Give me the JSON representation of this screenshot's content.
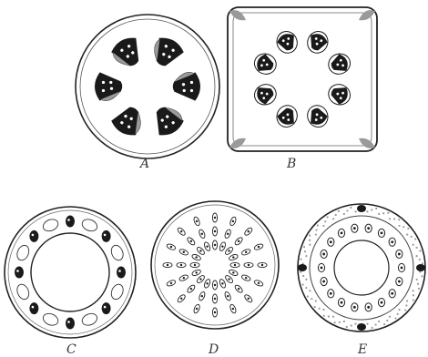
{
  "figures": [
    {
      "label": "A"
    },
    {
      "label": "B"
    },
    {
      "label": "C"
    },
    {
      "label": "D"
    },
    {
      "label": "E"
    }
  ],
  "colors": {
    "ink": "#1a1a1a",
    "paper": "#ffffff",
    "shade": "#9a9a9a"
  }
}
